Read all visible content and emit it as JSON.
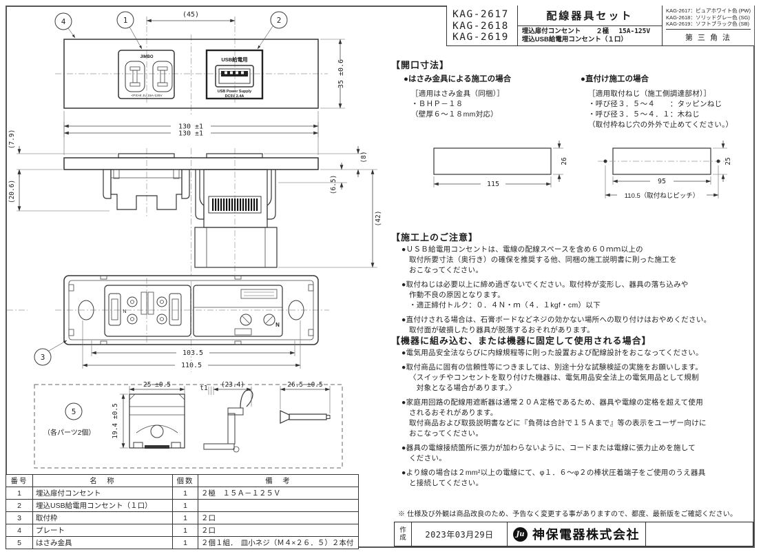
{
  "title_block": {
    "models": [
      "KAG-2617",
      "KAG-2618",
      "KAG-2619"
    ],
    "product_title": "配線器具セット",
    "item_line1": "埋込扉付コンセント",
    "item_line2": "埋込USB給電用コンセント（１口）",
    "poles": "２極",
    "rating": "15A-125V",
    "color_variants": [
      "KAG-2617：ピュアホワイト色 (PW)",
      "KAG-2618：ソリッドグレー色 (SG)",
      "KAG-2619：ソフトブラック色 (SB)"
    ],
    "projection": "第 三 角 法"
  },
  "front_view": {
    "balloon1": "1",
    "balloon2": "2",
    "balloon4": "4",
    "dim_span": "(45)",
    "dim_width": "130 ±1",
    "dim_height": "35 ±0.6",
    "outlet_brand": "JIMBO",
    "outlet_rating": "<PS>E JU 15A-125V",
    "usb_title": "USB給電用",
    "usb_line1": "USB Power Supply",
    "usb_line2": "DC5V 2.4A"
  },
  "side_view": {
    "dim_width": "130 ±1",
    "dim_79": "(7.9)",
    "dim_206": "(20.6)",
    "dim_8": "(8)",
    "dim_65": "(6.5)",
    "dim_42": "(42)"
  },
  "rear_view": {
    "balloon3": "3",
    "dim_103": "103.5",
    "dim_110": "110.5",
    "n_left": "N",
    "n_right": "N"
  },
  "clamp_view": {
    "balloon5": "5",
    "caption": "（各パーツ2個）",
    "dim_w": "25 ±0.5",
    "dim_h": "19.4 ±0.5",
    "dim_t": "t1",
    "dim_d": "(23.4)",
    "dim_screw": "26.5 ±0.5"
  },
  "sections": {
    "opening": {
      "heading": "【開口寸法】",
      "left_title": "●はさみ金具による施工の場合",
      "left_lines": [
        "［適用はさみ金具（同梱）］",
        "・ＢＨＰ－１８",
        "（壁厚６～１８mm対応）"
      ],
      "right_title": "●直付け施工の場合",
      "right_lines": [
        "［適用取付ねじ（施工側調達部材）］",
        "・呼び径３．５～４　　：タッピンねじ",
        "・呼び径３．５～４．１：木ねじ",
        "（取付枠ねじ穴の外外で止めてください。）"
      ],
      "cutout1_w": "115",
      "cutout1_h": "26",
      "cutout2_w": "95",
      "cutout2_h": "25",
      "cutout2_pitch": "110.5（取付ねじピッチ）"
    },
    "notes": {
      "heading": "【施工上のご注意】",
      "b1": [
        "●ＵＳＢ給電用コンセントは、電線の配線スペースを含め６０ｍｍ以上の",
        "取付所要寸法（奥行き）の確保を推奨する他、同梱の施工説明書に則った施工を",
        "おこなってください。"
      ],
      "b2": [
        "●取付ねじは必要以上に締め過ぎないでください。取付枠が変形し、器具の落ち込みや",
        "作動不良の原因となります。",
        "・適正締付トルク：０．４Ｎ・ｍ（４．１kgf・cm）以下"
      ],
      "b3": [
        "●直付けされる場合は、石膏ボードなどネジの効かない場所への取り付けはおやめください。",
        "取付面が破損したり器具が脱落するおそれがあります。"
      ]
    },
    "fixture": {
      "heading": "【機器に組み込む、または機器に固定して使用される場合】",
      "b1": [
        "●電気用品安全法ならびに内線規程等に則った設置および配線設計をおこなってください。"
      ],
      "b2": [
        "●取付商品に固有の信頼性等につきましては、別途十分な試験検証の実施をお願いします。",
        "〈スイッチやコンセントを取り付けた機器は、電気用品安全法上の電気用品として規制",
        "　対象となる場合があります。〉"
      ],
      "b3": [
        "●家庭用回路の配線用遮断器は通常２０Ａ定格であるため、器具や電線の定格を超えて使用",
        "されるおそれがあります。",
        "取付商品および取扱説明書などに『負荷は合計で１５Ａまで』等の表示をユーザー向けに",
        "おこなってください。"
      ],
      "b4": [
        "●器具の電線接続箇所に張力が加わらないように、コードまたは電線に張力止めを施して",
        "ください。"
      ],
      "b5": [
        "●より線の場合は２mm²以上の電線にて、φ１．６～φ２の棒状圧着端子をご使用のうえ器具",
        "と接続してください。"
      ]
    },
    "footnote": "※ 仕様及び外観は商品改良のため、予告なく変更する事がありますので、都度、最新版をご確認ください。"
  },
  "parts_table": {
    "headers": [
      "番号",
      "名　称",
      "個数",
      "備　考"
    ],
    "rows": [
      [
        "1",
        "埋込扉付コンセント",
        "1",
        "２極　１５Ａ－１２５Ｖ"
      ],
      [
        "2",
        "埋込USB給電用コンセント（１口）",
        "1",
        ""
      ],
      [
        "3",
        "取付枠",
        "1",
        "２口"
      ],
      [
        "4",
        "プレート",
        "1",
        "２口"
      ],
      [
        "5",
        "はさみ金具",
        "1",
        "２個１組．　皿小ネジ（Ｍ４×２６．５）２本付"
      ]
    ]
  },
  "footer": {
    "label_top": "作",
    "label_bottom": "成",
    "date": "2023年03月29日",
    "logo": "Ju",
    "company": "神保電器株式会社"
  }
}
